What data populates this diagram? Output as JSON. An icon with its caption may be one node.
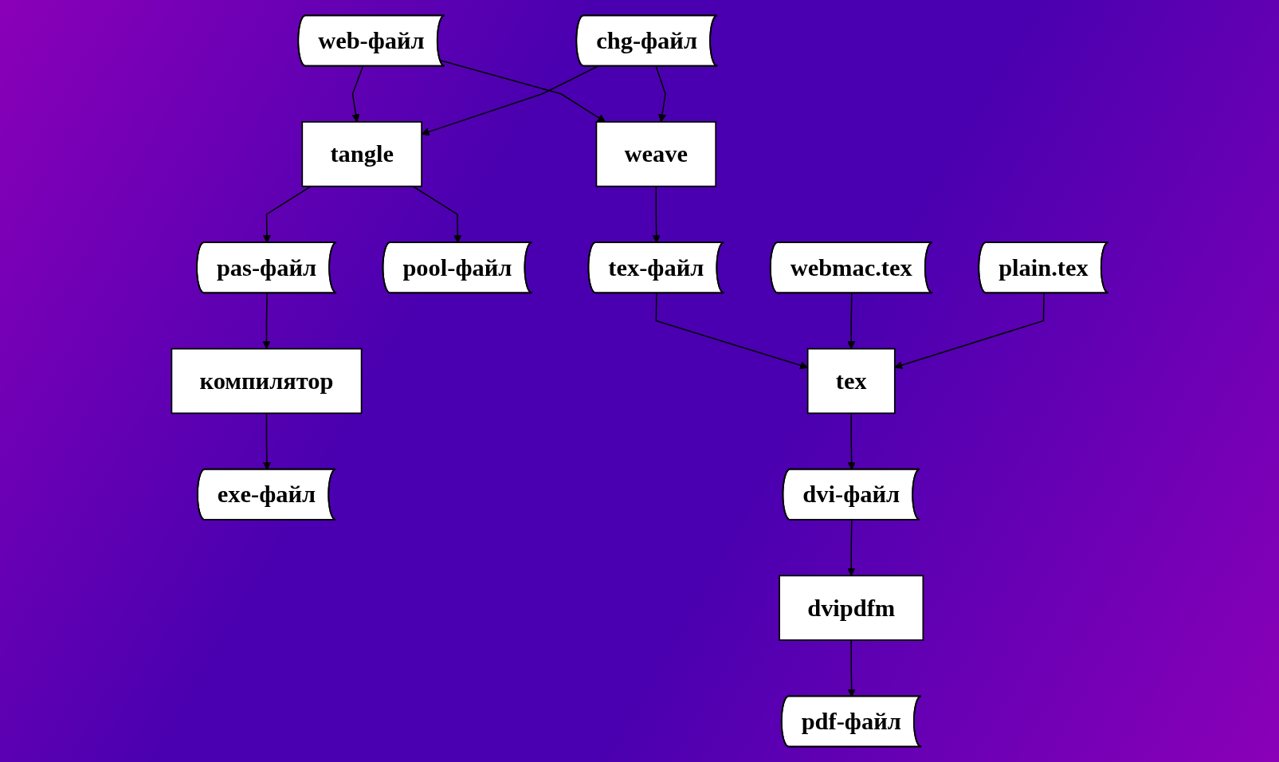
{
  "diagram": {
    "nodes": [
      {
        "text": [
          "web-файл"
        ]
      },
      {
        "text": [
          "chg-файл"
        ]
      },
      {
        "text": [
          "tangle"
        ]
      },
      {
        "text": [
          "weave"
        ]
      },
      {
        "text": [
          "webmac.tex"
        ]
      },
      {
        "text": [
          "pool-файл"
        ]
      },
      {
        "text": [
          "pas-файл"
        ]
      },
      {
        "text": [
          "tex-файл"
        ]
      },
      {
        "text": [
          "plain.tex"
        ]
      },
      {
        "text": [
          "компилятор"
        ]
      },
      {
        "text": [
          "tex"
        ]
      },
      {
        "text": [
          "exe-файл"
        ]
      },
      {
        "text": [
          "dvi-файл"
        ]
      },
      {
        "text": [
          "dvipdfm"
        ]
      },
      {
        "text": [
          "pdf-файл"
        ]
      }
    ],
    "edges": [
      {
        "from": 0,
        "to": 2,
        "arrow": "to"
      },
      {
        "from": 0,
        "to": 3,
        "arrow": "to"
      },
      {
        "from": 1,
        "to": 2,
        "arrow": "to"
      },
      {
        "from": 1,
        "to": 3,
        "arrow": "to"
      },
      {
        "from": 2,
        "to": 5,
        "arrow": "to"
      },
      {
        "from": 2,
        "to": 6,
        "arrow": "to"
      },
      {
        "from": 3,
        "to": 7,
        "arrow": "to"
      },
      {
        "from": 6,
        "to": 9,
        "arrow": "to"
      },
      {
        "from": 9,
        "to": 11,
        "arrow": "to"
      },
      {
        "from": 7,
        "to": 10,
        "arrow": "to"
      },
      {
        "from": 4,
        "to": 10,
        "arrow": "to"
      },
      {
        "from": 8,
        "to": 10,
        "arrow": "to"
      },
      {
        "from": 10,
        "to": 12,
        "arrow": "to"
      },
      {
        "from": 12,
        "to": 13,
        "arrow": "to"
      },
      {
        "from": 13,
        "to": 14,
        "arrow": "to"
      }
    ]
  }
}
